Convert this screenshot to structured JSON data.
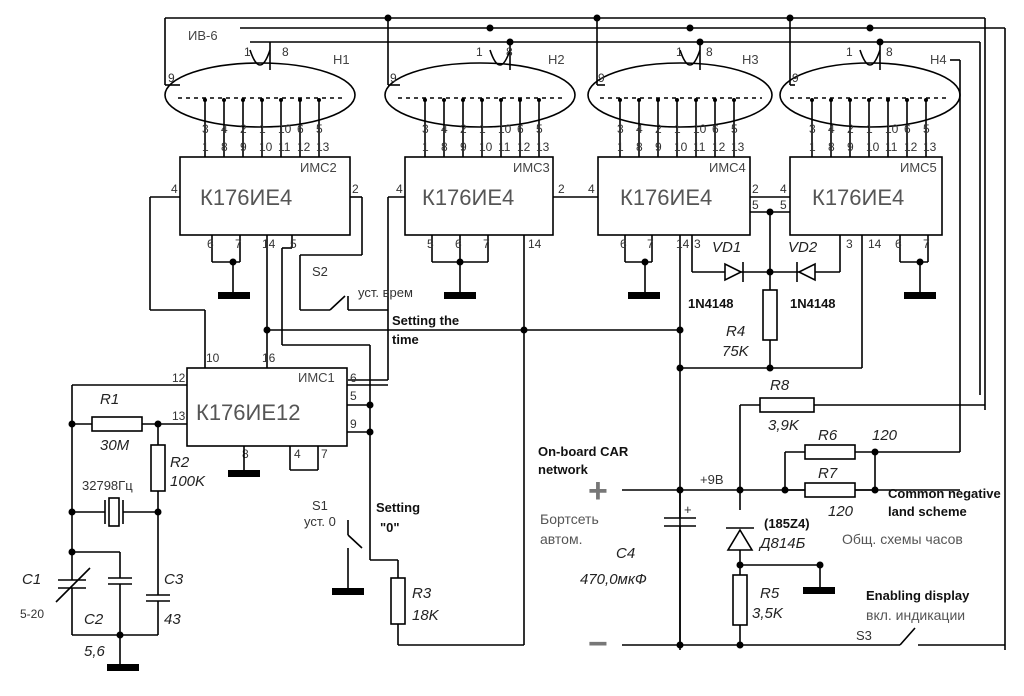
{
  "tube_model": "ИВ-6",
  "tubes": [
    {
      "label": "H1"
    },
    {
      "label": "H2"
    },
    {
      "label": "H3"
    },
    {
      "label": "H4"
    }
  ],
  "tube_pins": {
    "anode": "9",
    "fil_a": "1",
    "fil_b": "8"
  },
  "counters": [
    {
      "name": "ИМС2",
      "part": "К176ИЕ4"
    },
    {
      "name": "ИМС3",
      "part": "К176ИЕ4"
    },
    {
      "name": "ИМС4",
      "part": "К176ИЕ4"
    },
    {
      "name": "ИМС5",
      "part": "К176ИЕ4"
    }
  ],
  "seg_pins_top": [
    "3",
    "4",
    "2",
    "1",
    "10",
    "6",
    "5"
  ],
  "seg_pins_ic": [
    "1",
    "8",
    "9",
    "10",
    "11",
    "12",
    "13"
  ],
  "counter_pins": {
    "left": "4",
    "right": "2",
    "b1": "6",
    "b2": "7",
    "b3": "14",
    "b4": "5",
    "p3": "3"
  },
  "main_ic": {
    "name": "ИМС1",
    "part": "К176ИЕ12"
  },
  "main_pins": {
    "p10": "10",
    "p16": "16",
    "p12": "12",
    "p13": "13",
    "p6": "6",
    "p5": "5",
    "p9": "9",
    "p8": "8",
    "p4": "4",
    "p7": "7"
  },
  "components": {
    "R1": {
      "name": "R1",
      "value": "30M"
    },
    "R2": {
      "name": "R2",
      "value": "100K"
    },
    "R3": {
      "name": "R3",
      "value": "18K"
    },
    "R4": {
      "name": "R4",
      "value": "75K"
    },
    "R5": {
      "name": "R5",
      "value": "3,5K"
    },
    "R6": {
      "name": "R6",
      "value": "120"
    },
    "R7": {
      "name": "R7",
      "value": "120"
    },
    "R8": {
      "name": "R8",
      "value": "3,9K"
    },
    "C1": {
      "name": "C1",
      "value": "5-20"
    },
    "C2": {
      "name": "C2",
      "value": "5,6"
    },
    "C3": {
      "name": "C3",
      "value": "43"
    },
    "C4": {
      "name": "C4",
      "value": "470,0мкФ"
    },
    "VD1": {
      "name": "VD1",
      "value": "1N4148"
    },
    "VD2": {
      "name": "VD2",
      "value": "1N4148"
    },
    "crystal": "32798Гц",
    "zener_a": "(185Z4)",
    "zener_b": "Д814Б",
    "cap_plus": "+"
  },
  "switches": {
    "S1": {
      "name": "S1",
      "ru": "уст. 0",
      "en1": "Setting",
      "en2": "\"0\""
    },
    "S2": {
      "name": "S2",
      "ru": "уст. врем",
      "en1": "Setting the",
      "en2": "time"
    },
    "S3": {
      "name": "S3",
      "ru": "вкл. индикации",
      "en": "Enabling display"
    }
  },
  "power": {
    "en1": "On-board CAR",
    "en2": "network",
    "ru1": "Бортсеть",
    "ru2": "автом.",
    "plus": "+",
    "minus": "−",
    "v9": "+9В",
    "common_ru": "Общ. схемы часов",
    "common_en1": "Common negative",
    "common_en2": "land scheme"
  }
}
